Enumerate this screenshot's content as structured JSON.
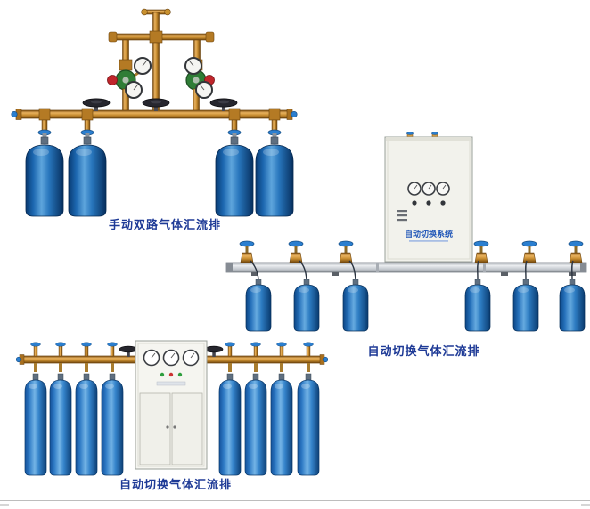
{
  "page": {
    "background": "#ffffff",
    "bottom_border_color": "#bdbdbd"
  },
  "products": [
    {
      "type": "manual-dual-manifold",
      "caption": "手动双路气体汇流排",
      "cylinder_count": 4
    },
    {
      "type": "auto-switch-manifold",
      "caption": "自动切换气体汇流排",
      "cabinet_label": "自动切换系统",
      "cylinder_count": 6
    },
    {
      "type": "auto-switch-manifold-with-cabinet",
      "caption": "自动切换气体汇流排",
      "cylinder_count": 8
    }
  ],
  "colors": {
    "caption_text": "#1e3a96",
    "cylinder_blue_dark": "#083a72",
    "cylinder_blue_light": "#5ea5dc",
    "brass": "#c78c2f",
    "silver_pipe": "#c2c7cd",
    "cabinet_body": "#f4f4ef",
    "valve_handle_blue": "#2b7fd0",
    "handwheel_black": "#26262e",
    "regulator_green": "#2f7d36",
    "regulator_red": "#c0262c"
  }
}
